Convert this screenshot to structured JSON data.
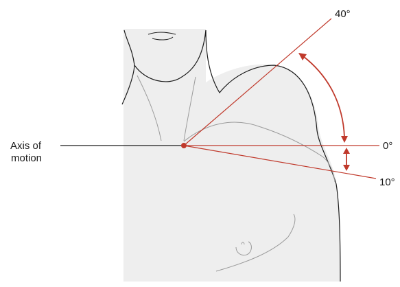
{
  "diagram": {
    "axis_label_line1": "Axis of",
    "axis_label_line2": "motion",
    "angle_up": "40°",
    "angle_neutral": "0°",
    "angle_down": "10°"
  },
  "colors": {
    "accent": "#c0392b",
    "body_fill": "#eeeeee",
    "outline": "#1a1a1a",
    "detail": "#9a9a9a"
  }
}
